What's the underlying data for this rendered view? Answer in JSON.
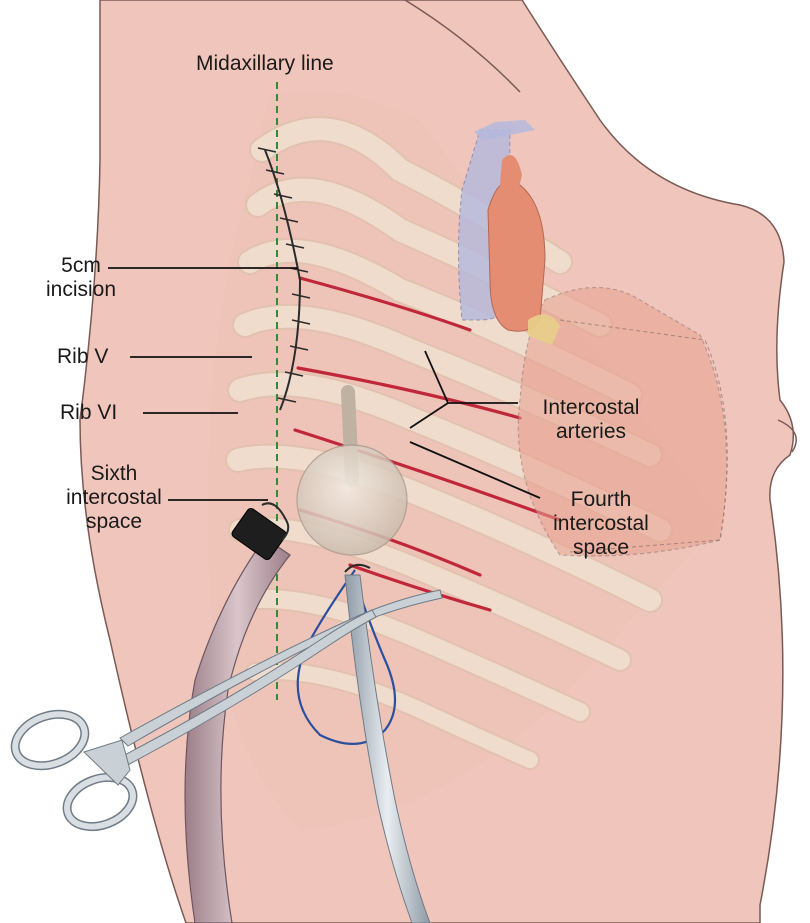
{
  "labels": {
    "midaxillary_line": "Midaxillary line",
    "incision": [
      "5cm",
      "incision"
    ],
    "rib_v": "Rib V",
    "rib_vi": "Rib VI",
    "sixth_space": [
      "Sixth",
      "intercostal",
      "space"
    ],
    "intercostal_arteries": [
      "Intercostal",
      "arteries"
    ],
    "fourth_space": [
      "Fourth",
      "intercostal",
      "space"
    ]
  },
  "colors": {
    "skin": "#f0c6bc",
    "skin_outline": "#7a5a55",
    "rib": "#eed2bf",
    "artery": "#c0283a",
    "heart": "#e8a08e",
    "aorta": "#e58d72",
    "vena_cava": "#b4b9dd",
    "tube": "#b59aa2",
    "suture": "#2b4f9e",
    "guide_line": "#2f8a3a"
  }
}
